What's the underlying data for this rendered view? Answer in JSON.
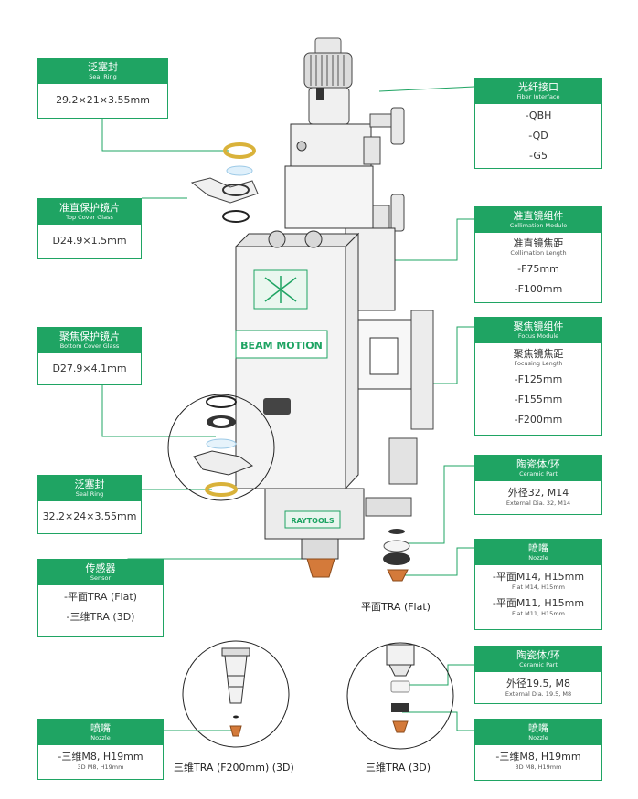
{
  "seal_ring_top": {
    "title_cn": "泛塞封",
    "title_en": "Seal Ring",
    "value": "29.2×21×3.55mm"
  },
  "top_cover_glass": {
    "title_cn": "准直保护镜片",
    "title_en": "Top Cover Glass",
    "value": "D24.9×1.5mm"
  },
  "bottom_cover_glass": {
    "title_cn": "聚焦保护镜片",
    "title_en": "Bottom Cover Glass",
    "value": "D27.9×4.1mm"
  },
  "seal_ring_bottom": {
    "title_cn": "泛塞封",
    "title_en": "Seal Ring",
    "value": "32.2×24×3.55mm"
  },
  "sensor": {
    "title_cn": "传感器",
    "title_en": "Sensor",
    "items": [
      "-平面TRA (Flat)",
      "-三维TRA (3D)"
    ]
  },
  "nozzle_3d_left": {
    "title_cn": "喷嘴",
    "title_en": "Nozzle",
    "value": "-三维M8, H19mm",
    "sub": "3D M8, H19mm"
  },
  "fiber_interface": {
    "title_cn": "光纤接口",
    "title_en": "Fiber Interface",
    "items": [
      "-QBH",
      "-QD",
      "-G5"
    ]
  },
  "collimation_module": {
    "title_cn": "准直镜组件",
    "title_en": "Collimation Module",
    "label_cn": "准直镜焦距",
    "label_en": "Collimation Length",
    "items": [
      "-F75mm",
      "-F100mm"
    ]
  },
  "focus_module": {
    "title_cn": "聚焦镜组件",
    "title_en": "Focus Module",
    "label_cn": "聚焦镜焦距",
    "label_en": "Focusing Length",
    "items": [
      "-F125mm",
      "-F155mm",
      "-F200mm"
    ]
  },
  "ceramic_flat": {
    "title_cn": "陶瓷体/环",
    "title_en": "Ceramic Part",
    "value": "外径32, M14",
    "sub": "External Dia. 32, M14"
  },
  "nozzle_flat": {
    "title_cn": "喷嘴",
    "title_en": "Nozzle",
    "items": [
      {
        "value": "-平面M14, H15mm",
        "sub": "Flat M14, H15mm"
      },
      {
        "value": "-平面M11, H15mm",
        "sub": "Flat M11, H15mm"
      }
    ]
  },
  "ceramic_3d": {
    "title_cn": "陶瓷体/环",
    "title_en": "Ceramic Part",
    "value": "外径19.5, M8",
    "sub": "External Dia. 19.5, M8"
  },
  "nozzle_3d_right": {
    "title_cn": "喷嘴",
    "title_en": "Nozzle",
    "value": "-三维M8, H19mm",
    "sub": "3D M8, H19mm"
  },
  "captions": {
    "flat": "平面TRA (Flat)",
    "f200_3d": "三维TRA (F200mm) (3D)",
    "tra_3d": "三维TRA (3D)"
  },
  "machine": {
    "brand": "BEAM MOTION",
    "sensor_brand": "RAYTOOLS"
  },
  "colors": {
    "accent": "#1fa463",
    "gold": "#d9b23a",
    "copper": "#d47a3a",
    "metal": "#e6e6e6",
    "body": "#f2f2f2"
  }
}
